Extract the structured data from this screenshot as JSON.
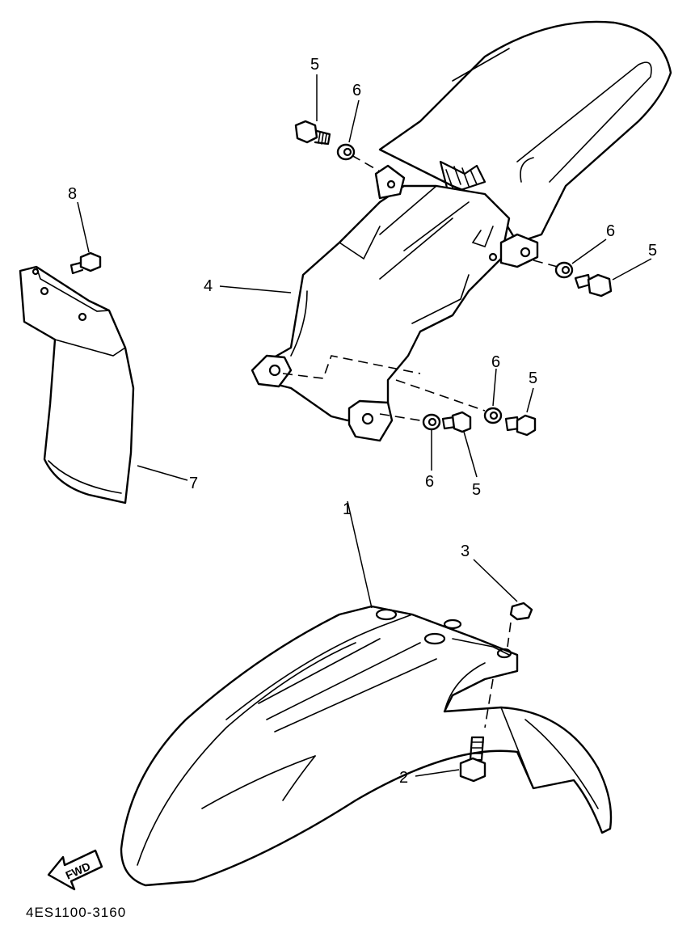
{
  "callouts": {
    "c1": "1",
    "c2": "2",
    "c3": "3",
    "c4": "4",
    "c5a": "5",
    "c5b": "5",
    "c5c": "5",
    "c5d": "5",
    "c6a": "6",
    "c6b": "6",
    "c6c": "6",
    "c6d": "6",
    "c7": "7",
    "c8": "8"
  },
  "direction_arrow": "FWD",
  "diagram_code": "4ES1100-3160"
}
